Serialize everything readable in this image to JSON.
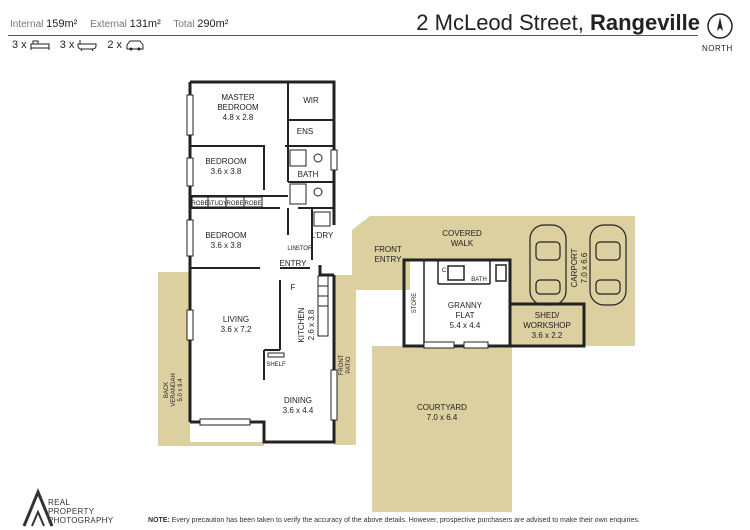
{
  "header": {
    "internal_label": "Internal",
    "internal_value": "159m²",
    "external_label": "External",
    "external_value": "131m²",
    "total_label": "Total",
    "total_value": "290m²",
    "address_street": "2 McLeod Street,",
    "address_suburb": "Rangeville",
    "north_label": "NORTH",
    "features": [
      {
        "count": "3 x",
        "icon": "bed-icon"
      },
      {
        "count": "3 x",
        "icon": "bath-icon"
      },
      {
        "count": "2 x",
        "icon": "car-icon"
      }
    ]
  },
  "rooms": {
    "master_name": "MASTER",
    "master_name2": "BEDROOM",
    "master_dim": "4.8 x 2.8",
    "wir": "WIR",
    "ens": "ENS",
    "bed2_name": "BEDROOM",
    "bed2_dim": "3.6 x 3.8",
    "bath": "BATH",
    "robe": "ROBE",
    "study": "STUDY",
    "bed3_name": "BEDROOM",
    "bed3_dim": "3.6 x 3.8",
    "ldry": "L'DRY",
    "lin": "LIN",
    "stor": "STOR",
    "entry": "ENTRY",
    "living_name": "LIVING",
    "living_dim": "3.6 x 7.2",
    "kitchen_name": "KITCHEN",
    "kitchen_dim": "2.6 x 3.8",
    "fridge": "F",
    "shelf": "SHELF",
    "front_patio": "FRONT",
    "front_patio2": "PATIO",
    "dining_name": "DINING",
    "dining_dim": "3.6 x 4.4",
    "back_verandah": "BACK",
    "back_verandah2": "VERANDAH",
    "back_verandah_dim": "5.0 x 9.4",
    "front_entry": "FRONT",
    "front_entry2": "ENTRY",
    "covered_walk": "COVERED",
    "covered_walk2": "WALK",
    "granny_name": "GRANNY",
    "granny_name2": "FLAT",
    "granny_dim": "5.4 x 4.4",
    "granny_c": "C",
    "granny_bath": "BATH",
    "store": "STORE",
    "carport_name": "CARPORT",
    "carport_dim": "7.0 x 6.6",
    "shed_name": "SHED/",
    "shed_name2": "WORKSHOP",
    "shed_dim": "3.6 x 2.2",
    "courtyard_name": "COURTYARD",
    "courtyard_dim": "7.0 x 6.4"
  },
  "footer": {
    "logo_line1": "REAL",
    "logo_line2": "PROPERTY",
    "logo_line3": "PHOTOGRAPHY",
    "note_label": "NOTE:",
    "note_text": "Every precaution has been taken to verify the accuracy of the above details. However, prospective purchasers are advised to make their own enquiries."
  },
  "colors": {
    "outdoor": "#dccfa0",
    "wall": "#222222",
    "text": "#222222"
  }
}
